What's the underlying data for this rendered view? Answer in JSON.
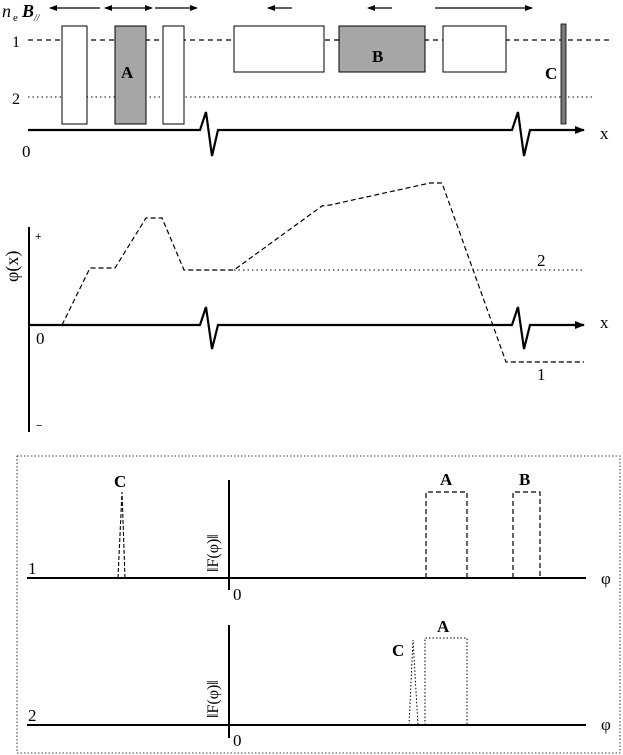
{
  "top_panel": {
    "ne_label": "n",
    "ne_sub": "e",
    "b_label": "B",
    "b_sub": "//",
    "line_labels": [
      "1",
      "2"
    ],
    "origin": "0",
    "axis": "x",
    "regions": {
      "A": "A",
      "B": "B",
      "C": "C"
    },
    "colors": {
      "filled": "#a6a6a6",
      "stroke": "#000000"
    }
  },
  "middle_panel": {
    "ylabel": "φ(x)",
    "plus": "+",
    "minus": "−",
    "origin": "0",
    "axis": "x",
    "curve_labels": [
      "2",
      "1"
    ]
  },
  "spectrum_panel_1": {
    "index": "1",
    "ylabel": "‖F(φ)‖",
    "origin": "0",
    "axis": "φ",
    "peaks": {
      "C": "C",
      "A": "A",
      "B": "B"
    }
  },
  "spectrum_panel_2": {
    "index": "2",
    "ylabel": "‖F(φ)‖",
    "origin": "0",
    "axis": "φ",
    "peaks": {
      "C": "C",
      "A": "A"
    }
  }
}
